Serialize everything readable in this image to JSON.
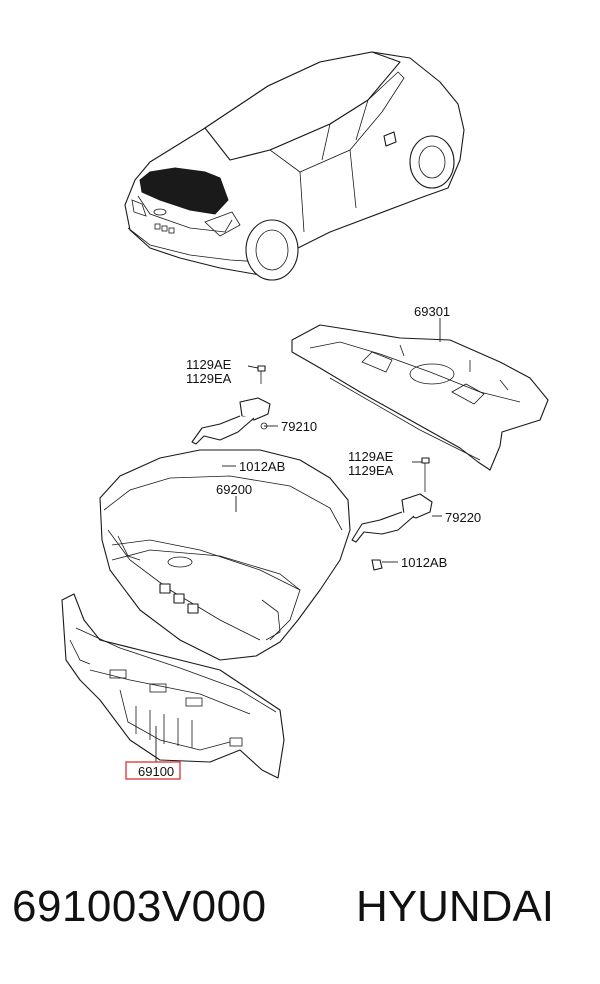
{
  "callouts": {
    "rear_shelf": "69301",
    "bolt_left_a": "1129AE",
    "bolt_left_b": "1129EA",
    "hinge_left": "79210",
    "nut_left": "1012AB",
    "trunk_lid": "69200",
    "bolt_right_a": "1129AE",
    "bolt_right_b": "1129EA",
    "hinge_right": "79220",
    "nut_right": "1012AB",
    "back_panel": "69100"
  },
  "highlight_color": "#e03030",
  "footer": {
    "part_number": "691003V000",
    "brand": "HYUNDAI"
  }
}
